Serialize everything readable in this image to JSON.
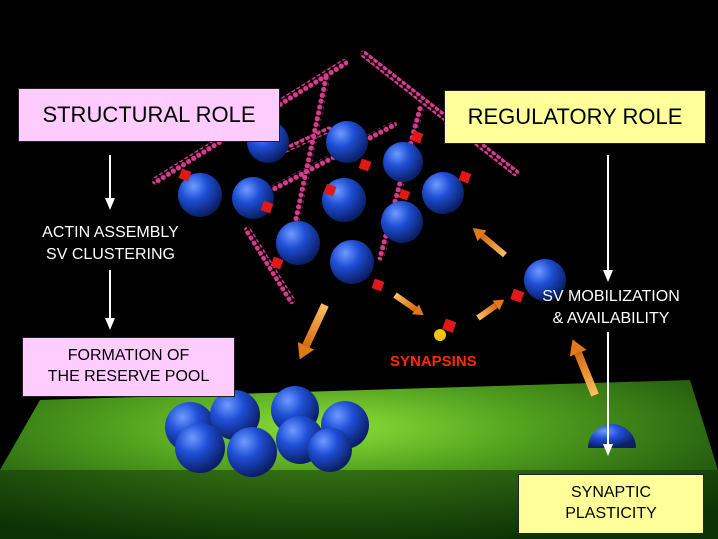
{
  "structural_role": "STRUCTURAL ROLE",
  "regulatory_role": "REGULATORY ROLE",
  "actin_assembly": "ACTIN ASSEMBLY\nSV CLUSTERING",
  "reserve_pool": "FORMATION OF\nTHE RESERVE POOL",
  "sv_mobilization": "SV MOBILIZATION\n& AVAILABILITY",
  "synapsins": "SYNAPSINS",
  "synaptic_plasticity": "SYNAPTIC\nPLASTICITY",
  "colors": {
    "background": "#000000",
    "pink_box": "#ffccff",
    "yellow_box": "#ffff99",
    "vesicle": "#1f4fd6",
    "actin": "#d63c8c",
    "synapsin": "#e01818",
    "arrow_orange": "#f08a1c",
    "floor_green": "#4f9e1e",
    "synapsins_text": "#ff2a00"
  }
}
